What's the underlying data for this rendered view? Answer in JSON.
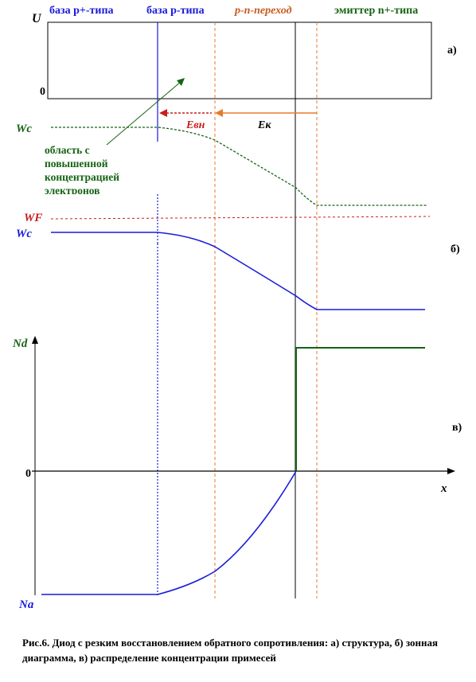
{
  "header": {
    "base_p_plus": "база p+-типа",
    "base_p": "база p-типа",
    "pn_junction": "p-n-переход",
    "emitter_n_plus": "эмиттер n+-типа"
  },
  "panel_a": {
    "y_axis_label": "U",
    "zero_label": "0",
    "tag": "а)"
  },
  "panel_b": {
    "wc_top_label": "Wc",
    "wf_label": "WF",
    "wc_bottom_label": "Wc",
    "e_field_label": "Eвн",
    "ek_label": "Eк",
    "region_note": "область с повышенной концентрацией электронов",
    "tag": "б)"
  },
  "panel_c": {
    "nd_label": "Nd",
    "zero_label": "0",
    "x_label": "x",
    "na_label": "Na",
    "tag": "в)"
  },
  "caption": "Рис.6. Диод с резким восстановлением обратного сопротивления: а) структура, б) зонная диаграмма, в) распределение концентрации примесей",
  "colors": {
    "blue": "#1a1adc",
    "green": "#146414",
    "orange": "#e87a2c",
    "red": "#c81e1e",
    "black": "#000000"
  }
}
